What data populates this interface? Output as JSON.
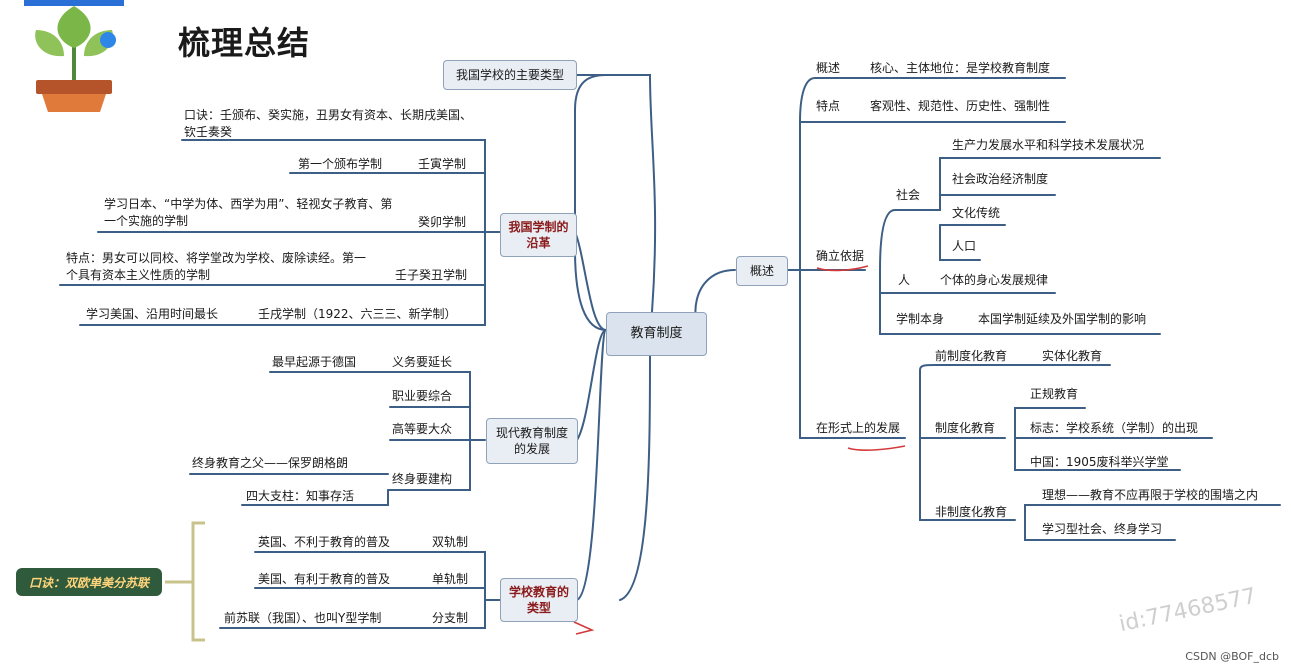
{
  "title": "梳理总结",
  "center": "教育制度",
  "left": {
    "main_types": "我国学校的主要类型",
    "reform": {
      "label": "我国学制的沿革",
      "mnemonic_text": "口诀：壬颁布、癸实施，丑男女有资本、长期戌美国、钦壬奏癸",
      "first_promulgated": "第一个颁布学制",
      "renyin": "壬寅学制",
      "guimao_desc": "学习日本、“中学为体、西学为用”、轻视女子教育、第一个实施的学制",
      "guimao": "癸卯学制",
      "renzi_desc": "特点：男女可以同校、将学堂改为学校、废除读经。第一个具有资本主义性质的学制",
      "renzi": "壬子癸丑学制",
      "renxu_desc": "学习美国、沿用时间最长",
      "renxu": "壬戌学制（1922、六三三、新学制）"
    },
    "modern": {
      "label": "现代教育制度的发展",
      "origin": "最早起源于德国",
      "compulsory": "义务要延长",
      "vocational": "职业要综合",
      "higher": "高等要大众",
      "father": "终身教育之父——保罗朗格朗",
      "lifelong": "终身要建构",
      "pillars": "四大支柱：知事存活"
    },
    "types": {
      "label": "学校教育的类型",
      "uk": "英国、不利于教育的普及",
      "dual": "双轨制",
      "us": "美国、有利于教育的普及",
      "single": "单轨制",
      "ussr": "前苏联（我国）、也叫Y型学制",
      "branch": "分支制"
    },
    "mnemonic": "口诀：双欧单美分苏联"
  },
  "right": {
    "overview": "概述",
    "summary_label": "概述",
    "summary_text": "核心、主体地位：是学校教育制度",
    "features_label": "特点",
    "features_text": "客观性、规范性、历史性、强制性",
    "basis": "确立依据",
    "society": "社会",
    "productivity": "生产力发展水平和科学技术发展状况",
    "politics": "社会政治经济制度",
    "culture": "文化传统",
    "population": "人口",
    "person": "人",
    "person_text": "个体的身心发展规律",
    "system_itself": "学制本身",
    "system_text": "本国学制延续及外国学制的影响",
    "form": "在形式上的发展",
    "pre": "前制度化教育",
    "entity": "实体化教育",
    "institutional": "制度化教育",
    "formal": "正规教育",
    "sign": "标志：学校系统（学制）的出现",
    "china": "中国：1905废科举兴学堂",
    "non": "非制度化教育",
    "ideal": "理想——教育不应再限于学校的围墙之内",
    "learning": "学习型社会、终身学习"
  },
  "watermark": "id:77468577",
  "csdn": "CSDN @BOF_dcb"
}
